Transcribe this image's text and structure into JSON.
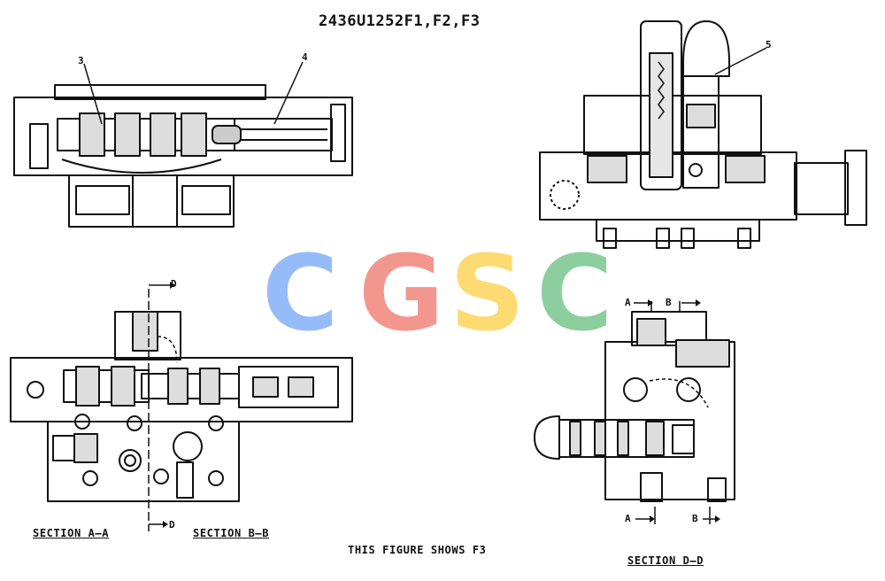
{
  "title": "2436U1252F1,F2,F3",
  "callouts": {
    "c3": "3",
    "c4": "4",
    "c5": "5"
  },
  "section_marks": {
    "d_top": "D",
    "d_bottom": "D",
    "a_top": "A",
    "b_top": "B",
    "a_bottom": "A",
    "b_bottom": "B"
  },
  "captions": {
    "section_a": "SECTION A—A",
    "section_b": "SECTION B—B",
    "figure_note": "THIS FIGURE SHOWS F3",
    "section_d": "SECTION D—D"
  },
  "watermark": {
    "letters": [
      "C",
      "G",
      "S",
      "C"
    ],
    "colors": [
      "#8ab4f8",
      "#f28b82",
      "#fdd663",
      "#81c995"
    ]
  }
}
